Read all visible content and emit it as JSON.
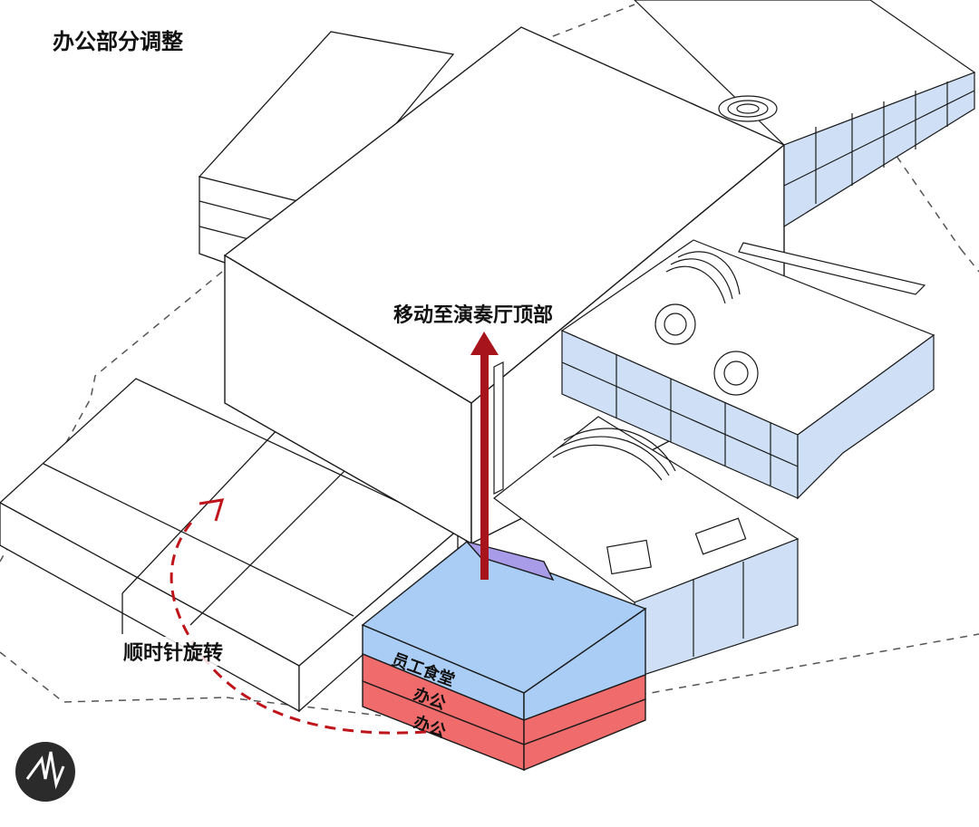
{
  "title": "办公部分调整",
  "annotations": {
    "move_up": "移动至演奏厅顶部",
    "rotate": "顺时针旋转"
  },
  "stack_layers": [
    {
      "label": "员工食堂",
      "color": "#a9cdf5"
    },
    {
      "label": "办公",
      "color": "#f06b6b"
    },
    {
      "label": "办公",
      "color": "#f06b6b"
    }
  ],
  "colors": {
    "arrow": "#a8141b",
    "glass": "#cfe0f6",
    "purple_patch": "#a89be8",
    "outline": "#1a1a1a",
    "dashed_site": "#555555"
  },
  "icons": {
    "logo": "stylized-compass-logo"
  }
}
